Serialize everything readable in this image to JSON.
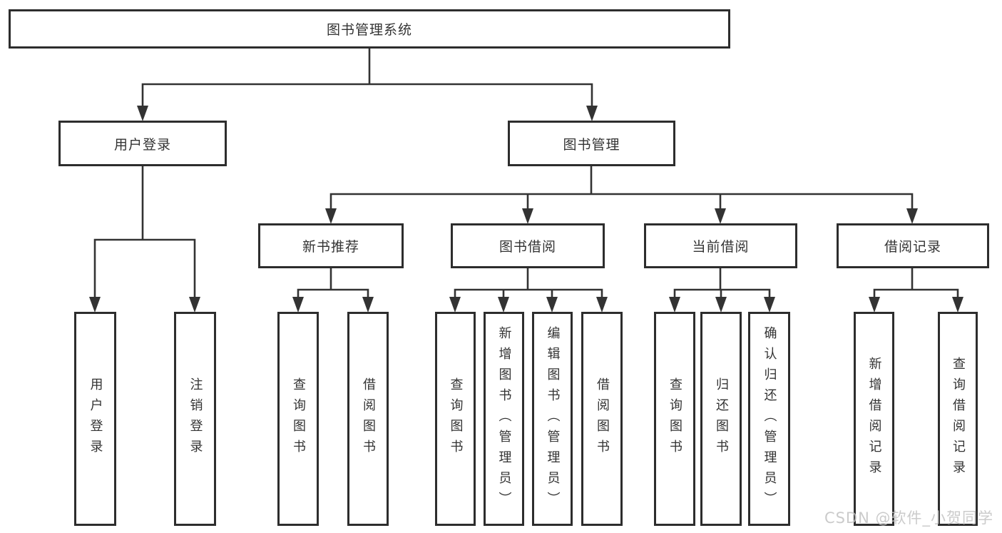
{
  "colors": {
    "line": "#333333",
    "border": "#2d2d2d",
    "text": "#333333",
    "background": "#ffffff",
    "watermark": "#c2c2c2"
  },
  "watermark": "CSDN @软件_小贺同学",
  "tree": {
    "label": "图书管理系统",
    "children": [
      {
        "label": "用户登录",
        "children": [
          {
            "label": "用户登录"
          },
          {
            "label": "注销登录"
          }
        ]
      },
      {
        "label": "图书管理",
        "children": [
          {
            "label": "新书推荐",
            "children": [
              {
                "label": "查询图书"
              },
              {
                "label": "借阅图书"
              }
            ]
          },
          {
            "label": "图书借阅",
            "children": [
              {
                "label": "查询图书"
              },
              {
                "label": "新增图书（管理员）"
              },
              {
                "label": "编辑图书（管理员）"
              },
              {
                "label": "借阅图书"
              }
            ]
          },
          {
            "label": "当前借阅",
            "children": [
              {
                "label": "查询图书"
              },
              {
                "label": "归还图书"
              },
              {
                "label": "确认归还（管理员）"
              }
            ]
          },
          {
            "label": "借阅记录",
            "children": [
              {
                "label": "新增借阅记录"
              },
              {
                "label": "查询借阅记录"
              }
            ]
          }
        ]
      }
    ]
  }
}
